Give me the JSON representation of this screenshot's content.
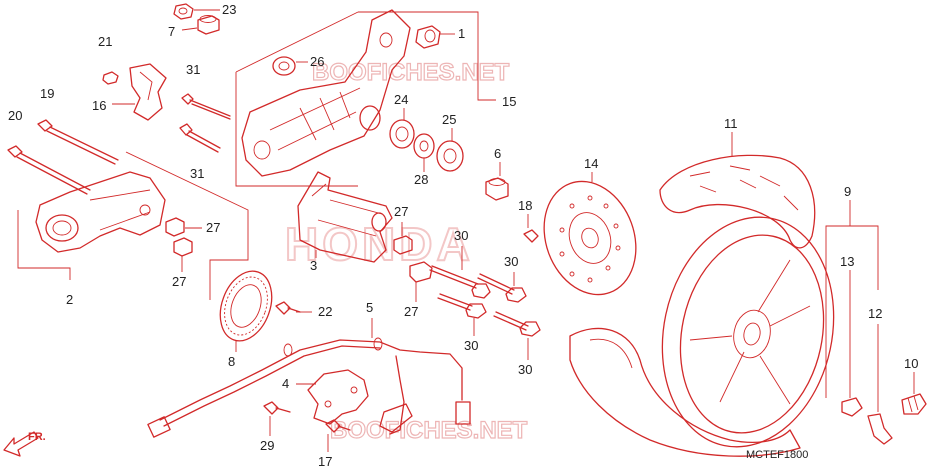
{
  "diagram": {
    "code": "MCTEF1800",
    "direction_label": "FR.",
    "watermarks": [
      "BOOFICHES.NET",
      "HONDA",
      "BOOFICHES.NET"
    ],
    "callouts": [
      {
        "id": "c1",
        "label": "1"
      },
      {
        "id": "c2",
        "label": "2"
      },
      {
        "id": "c3",
        "label": "3"
      },
      {
        "id": "c4",
        "label": "4"
      },
      {
        "id": "c5",
        "label": "5"
      },
      {
        "id": "c6",
        "label": "6"
      },
      {
        "id": "c7",
        "label": "7"
      },
      {
        "id": "c8",
        "label": "8"
      },
      {
        "id": "c9",
        "label": "9"
      },
      {
        "id": "c10",
        "label": "10"
      },
      {
        "id": "c11",
        "label": "11"
      },
      {
        "id": "c12",
        "label": "12"
      },
      {
        "id": "c13",
        "label": "13"
      },
      {
        "id": "c14",
        "label": "14"
      },
      {
        "id": "c15",
        "label": "15"
      },
      {
        "id": "c16",
        "label": "16"
      },
      {
        "id": "c17",
        "label": "17"
      },
      {
        "id": "c18",
        "label": "18"
      },
      {
        "id": "c19",
        "label": "19"
      },
      {
        "id": "c20",
        "label": "20"
      },
      {
        "id": "c21",
        "label": "21"
      },
      {
        "id": "c22",
        "label": "22"
      },
      {
        "id": "c23",
        "label": "23"
      },
      {
        "id": "c24",
        "label": "24"
      },
      {
        "id": "c25",
        "label": "25"
      },
      {
        "id": "c26",
        "label": "26"
      },
      {
        "id": "c27a",
        "label": "27"
      },
      {
        "id": "c27b",
        "label": "27"
      },
      {
        "id": "c27c",
        "label": "27"
      },
      {
        "id": "c27d",
        "label": "27"
      },
      {
        "id": "c28",
        "label": "28"
      },
      {
        "id": "c29",
        "label": "29"
      },
      {
        "id": "c30a",
        "label": "30"
      },
      {
        "id": "c30b",
        "label": "30"
      },
      {
        "id": "c30c",
        "label": "30"
      },
      {
        "id": "c30d",
        "label": "30"
      },
      {
        "id": "c31a",
        "label": "31"
      },
      {
        "id": "c31b",
        "label": "31"
      }
    ]
  }
}
